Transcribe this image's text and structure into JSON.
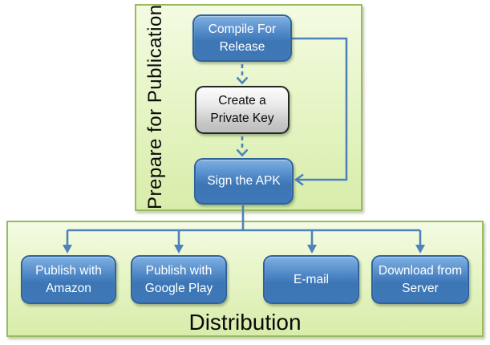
{
  "diagram": {
    "type": "flowchart",
    "sections": {
      "prepare": {
        "title": "Prepare for Publication"
      },
      "distribution": {
        "title": "Distribution"
      }
    },
    "nodes": {
      "compile": {
        "label": "Compile For Release",
        "style": "blue"
      },
      "private_key": {
        "label": "Create a Private Key",
        "style": "gray"
      },
      "sign": {
        "label": "Sign the APK",
        "style": "blue"
      },
      "amazon": {
        "label": "Publish with Amazon",
        "style": "blue"
      },
      "google_play": {
        "label": "Publish with Google Play",
        "style": "blue"
      },
      "email": {
        "label": "E-mail",
        "style": "blue"
      },
      "server": {
        "label": "Download from Server",
        "style": "blue"
      }
    },
    "edges": [
      {
        "from": "compile",
        "to": "private_key",
        "style": "dashed-arrow"
      },
      {
        "from": "private_key",
        "to": "sign",
        "style": "dashed-arrow"
      },
      {
        "from": "compile",
        "to": "sign",
        "style": "solid-loop-arrow"
      },
      {
        "from": "sign",
        "to": "amazon",
        "style": "solid-arrow"
      },
      {
        "from": "sign",
        "to": "google_play",
        "style": "solid-arrow"
      },
      {
        "from": "sign",
        "to": "email",
        "style": "solid-arrow"
      },
      {
        "from": "sign",
        "to": "server",
        "style": "solid-arrow"
      }
    ],
    "colors": {
      "panel_fill_top": "#f3fbe2",
      "panel_fill_bottom": "#d8edaa",
      "panel_border": "#9bb95e",
      "node_blue": "#4078b6",
      "node_blue_border": "#2e639c",
      "node_gray": "#d9d9d9",
      "node_gray_border": "#262626",
      "connector_blue": "#4f81bd",
      "text_on_blue": "#ffffff",
      "text_dark": "#0a0a0a"
    }
  }
}
